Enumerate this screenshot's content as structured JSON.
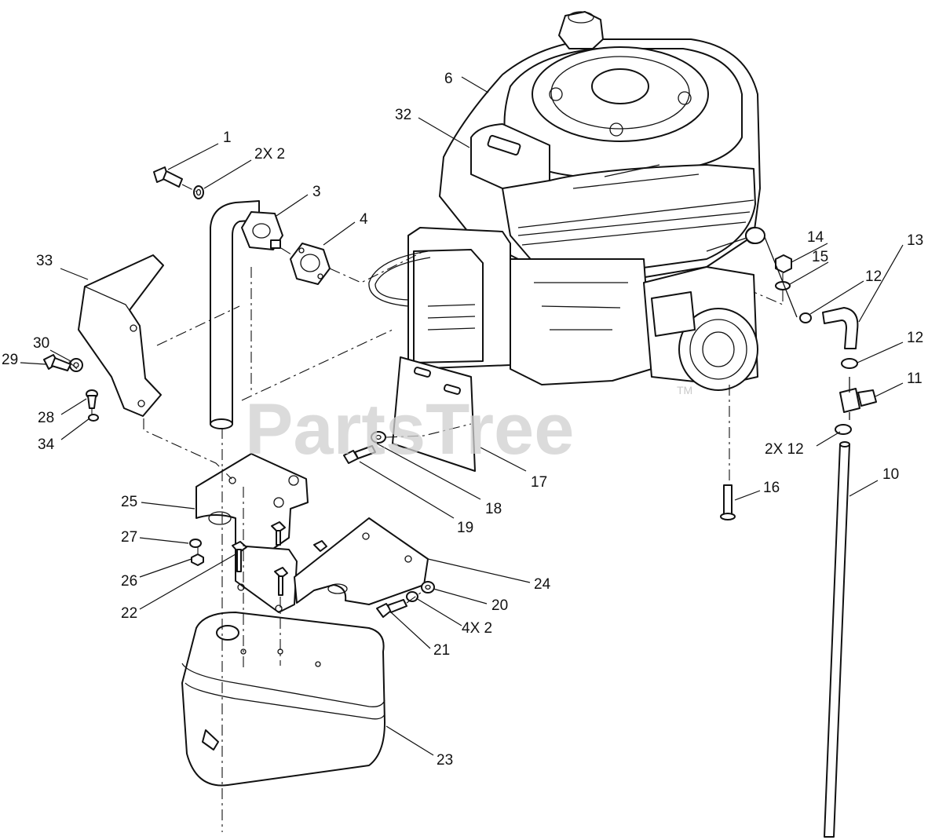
{
  "watermark": {
    "text": "PartsTree",
    "trademark": "TM"
  },
  "callouts": [
    {
      "id": "c1",
      "label": "1"
    },
    {
      "id": "c2",
      "label": "2X 2"
    },
    {
      "id": "c3",
      "label": "3"
    },
    {
      "id": "c4",
      "label": "4"
    },
    {
      "id": "c6",
      "label": "6"
    },
    {
      "id": "c32",
      "label": "32"
    },
    {
      "id": "c33",
      "label": "33"
    },
    {
      "id": "c30",
      "label": "30"
    },
    {
      "id": "c29",
      "label": "29"
    },
    {
      "id": "c28",
      "label": "28"
    },
    {
      "id": "c34",
      "label": "34"
    },
    {
      "id": "c14",
      "label": "14"
    },
    {
      "id": "c15",
      "label": "15"
    },
    {
      "id": "c12a",
      "label": "12"
    },
    {
      "id": "c13",
      "label": "13"
    },
    {
      "id": "c12b",
      "label": "12"
    },
    {
      "id": "c11",
      "label": "11"
    },
    {
      "id": "c12c",
      "label": "2X 12"
    },
    {
      "id": "c10",
      "label": "10"
    },
    {
      "id": "c16",
      "label": "16"
    },
    {
      "id": "c17",
      "label": "17"
    },
    {
      "id": "c18",
      "label": "18"
    },
    {
      "id": "c19",
      "label": "19"
    },
    {
      "id": "c25",
      "label": "25"
    },
    {
      "id": "c27",
      "label": "27"
    },
    {
      "id": "c26",
      "label": "26"
    },
    {
      "id": "c22",
      "label": "22"
    },
    {
      "id": "c24",
      "label": "24"
    },
    {
      "id": "c20",
      "label": "20"
    },
    {
      "id": "c2b",
      "label": "4X 2"
    },
    {
      "id": "c21",
      "label": "21"
    },
    {
      "id": "c23",
      "label": "23"
    }
  ]
}
